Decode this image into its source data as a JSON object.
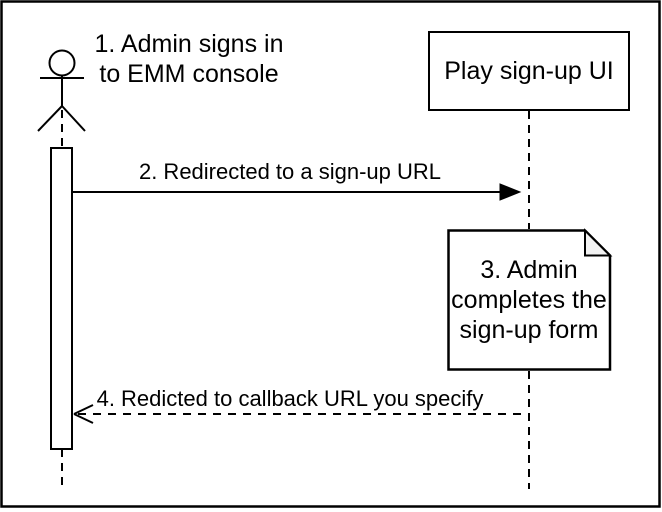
{
  "frame": {
    "border_color": "#000000",
    "background_color": "#ffffff"
  },
  "diagram": {
    "stroke_color": "#000000",
    "actor": {
      "label": "1. Admin signs in\nto EMM console"
    },
    "participant": {
      "label": "Play sign-up UI"
    },
    "note": {
      "label": "3. Admin\ncompletes the\nsign-up form",
      "fold_color": "#f2f2f2"
    },
    "messages": [
      {
        "label": "2. Redirected to a sign-up URL",
        "style": "solid",
        "arrow": "filled",
        "direction": "right"
      },
      {
        "label": "4. Redicted to callback URL you specify",
        "style": "dashed",
        "arrow": "open",
        "direction": "left"
      }
    ]
  }
}
